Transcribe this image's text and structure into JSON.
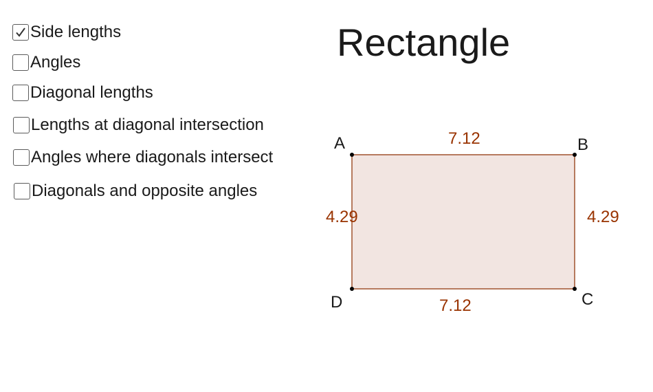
{
  "title": "Rectangle",
  "checkboxes": [
    {
      "label": "Side lengths",
      "checked": true
    },
    {
      "label": "Angles",
      "checked": false
    },
    {
      "label": "Diagonal lengths",
      "checked": false
    },
    {
      "label": "Lengths at diagonal intersection",
      "checked": false
    },
    {
      "label": "Angles where diagonals intersect",
      "checked": false
    },
    {
      "label": "Diagonals and opposite angles",
      "checked": false
    }
  ],
  "figure": {
    "vertices": [
      "A",
      "B",
      "C",
      "D"
    ],
    "side_labels": {
      "top": "7.12",
      "bottom": "7.12",
      "left": "4.29",
      "right": "4.29"
    }
  },
  "colors": {
    "fill": "#f2e5e1",
    "stroke": "#a0522d",
    "measure_text": "#993300",
    "vertex_dot": "#000000"
  }
}
